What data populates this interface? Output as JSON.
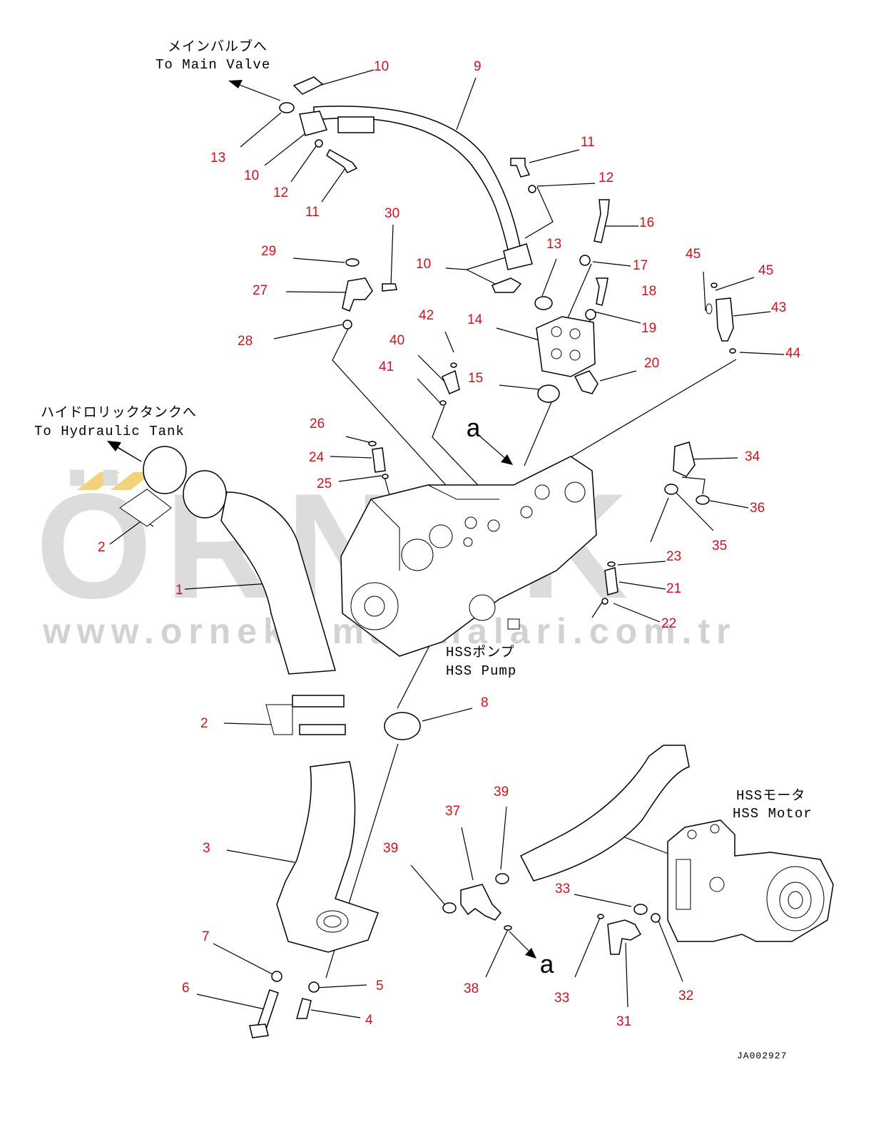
{
  "labels": {
    "to_main_valve_jp": "メインバルブへ",
    "to_main_valve_en": "To Main Valve",
    "to_hydraulic_tank_jp": "ハイドロリックタンクへ",
    "to_hydraulic_tank_en": "To Hydraulic Tank",
    "hss_pump_jp": "HSSポンプ",
    "hss_pump_en": "HSS Pump",
    "hss_motor_jp": "HSSモータ",
    "hss_motor_en": "HSS Motor",
    "marker_a_top": "a",
    "marker_a_bottom": "a",
    "drawing_id": "JA002927"
  },
  "watermark": {
    "brand": "ÖRNEK",
    "url": "www.ornekismakinalari.com.tr",
    "accent_color": "#f2d27a"
  },
  "colors": {
    "callout": "#c8141e",
    "line": "#000000",
    "watermark": "#dcdcdc"
  },
  "callouts": {
    "c10a": "10",
    "c9": "9",
    "c13a": "13",
    "c10b": "10",
    "c12a": "12",
    "c11a": "11",
    "c11b": "11",
    "c12b": "12",
    "c16": "16",
    "c30": "30",
    "c29": "29",
    "c13b": "13",
    "c10c": "10",
    "c17": "17",
    "c45a": "45",
    "c45b": "45",
    "c27": "27",
    "c18": "18",
    "c43": "43",
    "c42": "42",
    "c14": "14",
    "c19": "19",
    "c28": "28",
    "c40": "40",
    "c44": "44",
    "c41": "41",
    "c20": "20",
    "c15": "15",
    "c26": "26",
    "c24": "24",
    "c34": "34",
    "c25": "25",
    "c36": "36",
    "c2a": "2",
    "c35": "35",
    "c23": "23",
    "c1": "1",
    "c21": "21",
    "c22": "22",
    "c8": "8",
    "c2b": "2",
    "c39a": "39",
    "c37": "37",
    "c3": "3",
    "c39b": "39",
    "c33a": "33",
    "c7": "7",
    "c5": "5",
    "c6": "6",
    "c38": "38",
    "c32": "32",
    "c33b": "33",
    "c4": "4",
    "c31": "31"
  }
}
